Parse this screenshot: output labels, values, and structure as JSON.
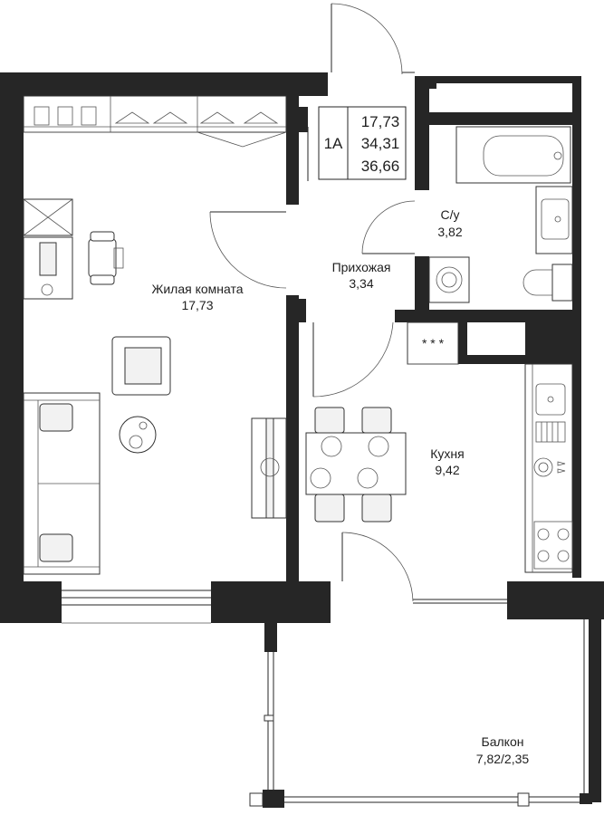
{
  "apartment": {
    "type": "1А",
    "areas": [
      "17,73",
      "34,31",
      "36,66"
    ]
  },
  "rooms": {
    "living": {
      "name": "Жилая комната",
      "area": "17,73"
    },
    "hall": {
      "name": "Прихожая",
      "area": "3,34"
    },
    "bath": {
      "name": "С/у",
      "area": "3,82"
    },
    "kitchen": {
      "name": "Кухня",
      "area": "9,42"
    },
    "balcony": {
      "name": "Балкон",
      "area": "7,82/2,35"
    }
  },
  "stove_marks": "* * *",
  "colors": {
    "wall": "#262626",
    "background": "#ffffff"
  }
}
